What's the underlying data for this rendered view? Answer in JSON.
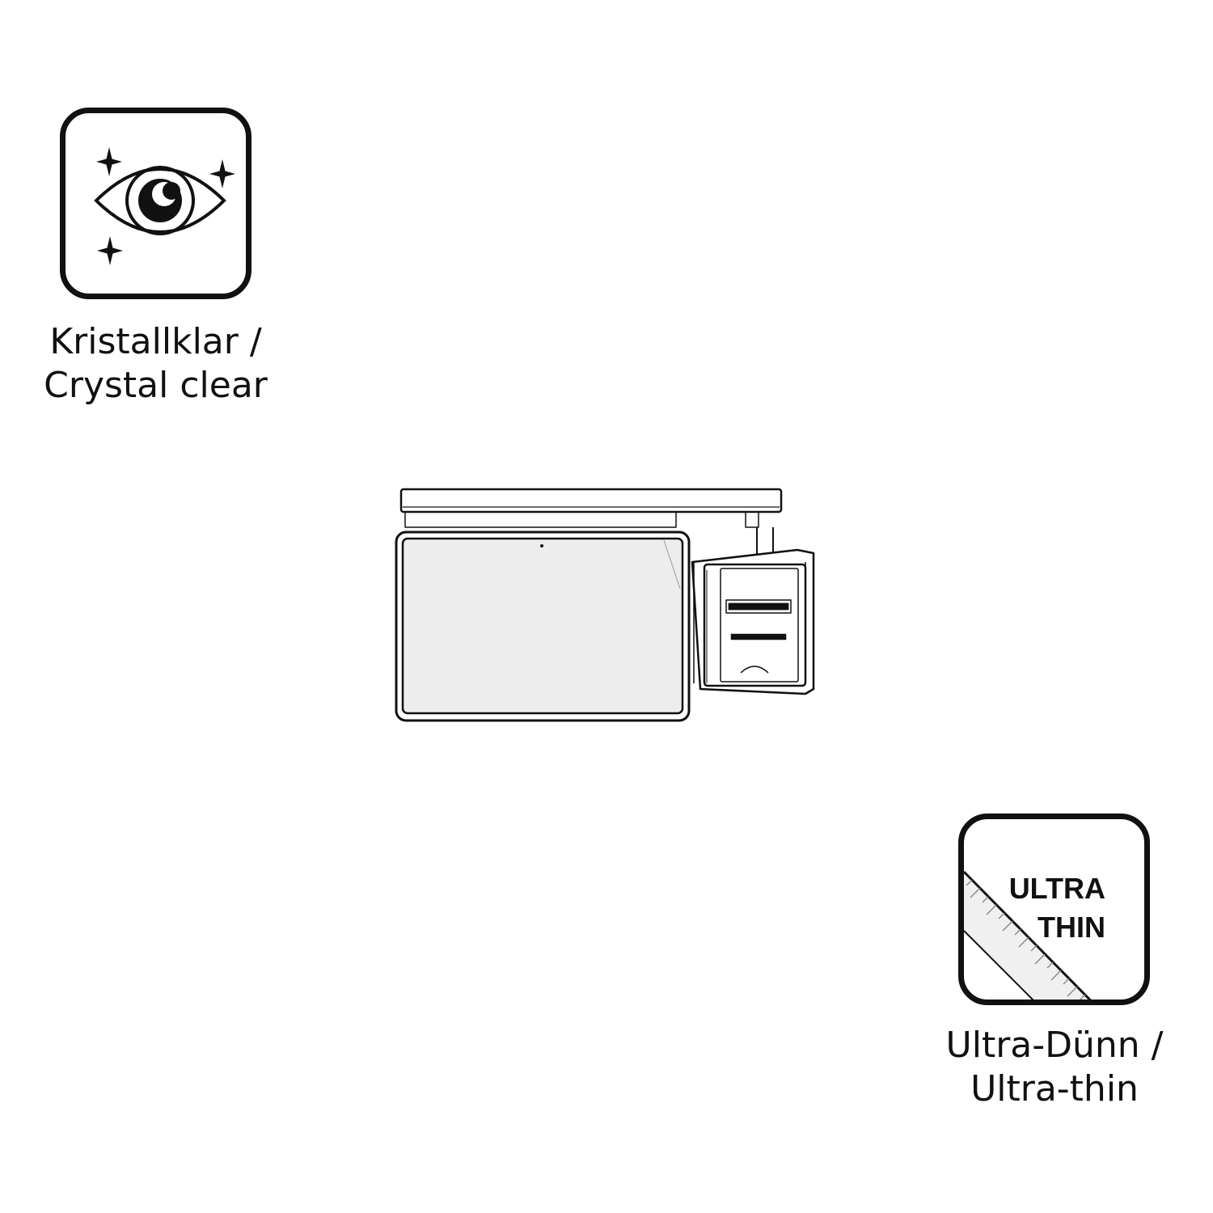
{
  "features": [
    {
      "icon": "eye-sparkle-icon",
      "line1": "Kristallklar /",
      "line2": "Crystal clear"
    },
    {
      "icon": "ruler-thin-icon",
      "badge_line1": "ULTRA",
      "badge_line2": "THIN",
      "line1": "Ultra-Dünn /",
      "line2": "Ultra-thin"
    }
  ],
  "colors": {
    "ink": "#111111",
    "screen": "#ededed",
    "background": "#ffffff"
  }
}
